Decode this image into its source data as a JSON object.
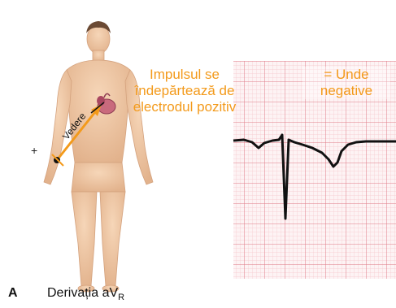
{
  "panel_letter": "A",
  "caption": {
    "text": "Derivația aV",
    "subscript": "R"
  },
  "impulse_text": "Impulsul se îndepărtează de electrodul pozitiv",
  "result_text": "= Unde negative",
  "view_label": "Vedere",
  "positive_sign": "+",
  "colors": {
    "annotation": "#f39a1b",
    "grid_major": "#e07a86",
    "grid_minor": "#f6c7cd",
    "skin": "#f0c9a6",
    "trace": "#111111"
  }
}
